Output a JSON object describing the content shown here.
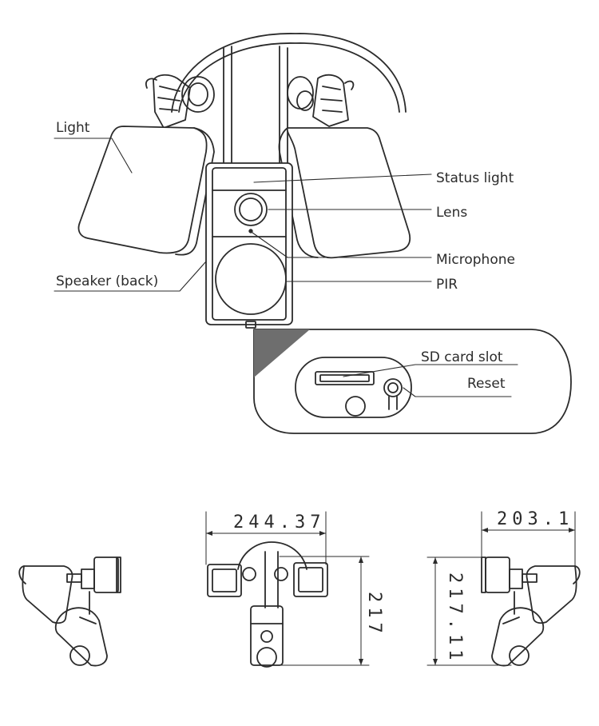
{
  "callouts": {
    "light": "Light",
    "speaker": "Speaker (back)",
    "status_light": "Status light",
    "lens": "Lens",
    "microphone": "Microphone",
    "pir": "PIR",
    "sd_card_slot": "SD card slot",
    "reset": "Reset"
  },
  "dimensions": {
    "front_width": "244.37",
    "front_height": "217",
    "side_width": "203.1",
    "side_height": "217.11"
  },
  "colors": {
    "line": "#2b2b2b",
    "fill": "#ffffff",
    "shadow": "#6e6e6e"
  }
}
